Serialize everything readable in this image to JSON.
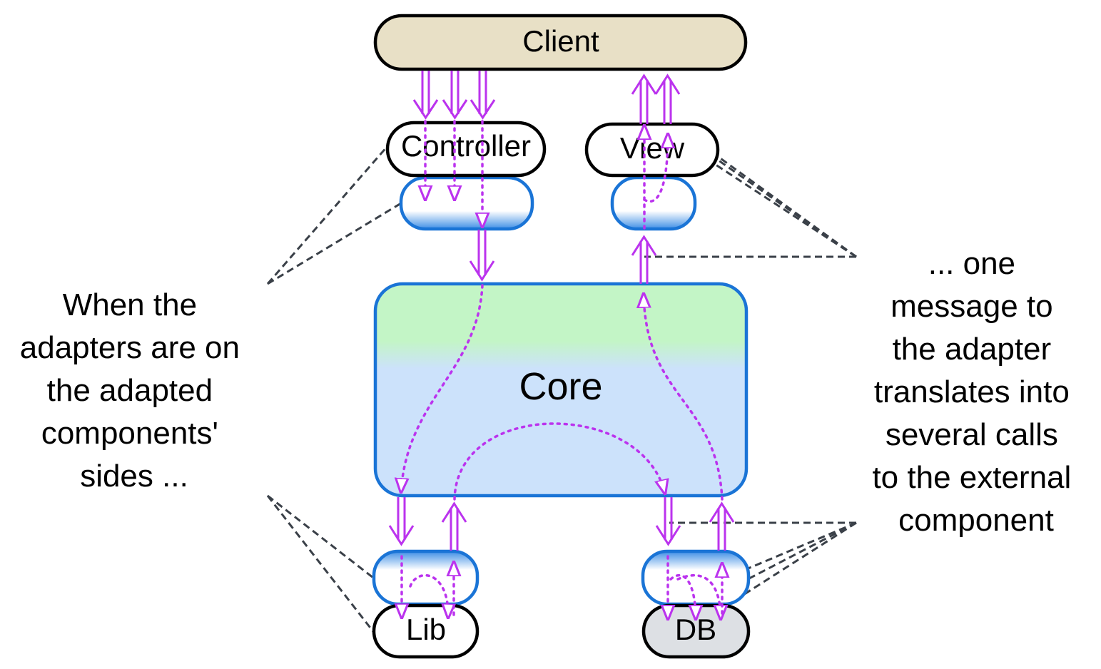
{
  "nodes": {
    "client": "Client",
    "controller": "Controller",
    "view": "View",
    "core": "Core",
    "lib": "Lib",
    "db": "DB"
  },
  "notes": {
    "left": [
      "When the",
      "adapters are on",
      "the adapted",
      "components'",
      "sides ..."
    ],
    "right": [
      "... one",
      "message to",
      "the adapter",
      "translates into",
      "several calls",
      "to the external",
      "component"
    ]
  },
  "colors": {
    "arrow": "#bb33ee",
    "adapter_border": "#1a74d6",
    "client_fill": "#e8e0c6",
    "db_fill": "#dde0e4",
    "core_top": "#c3f5c6",
    "core_bottom": "#cce2fb",
    "leader": "#3a4048"
  }
}
